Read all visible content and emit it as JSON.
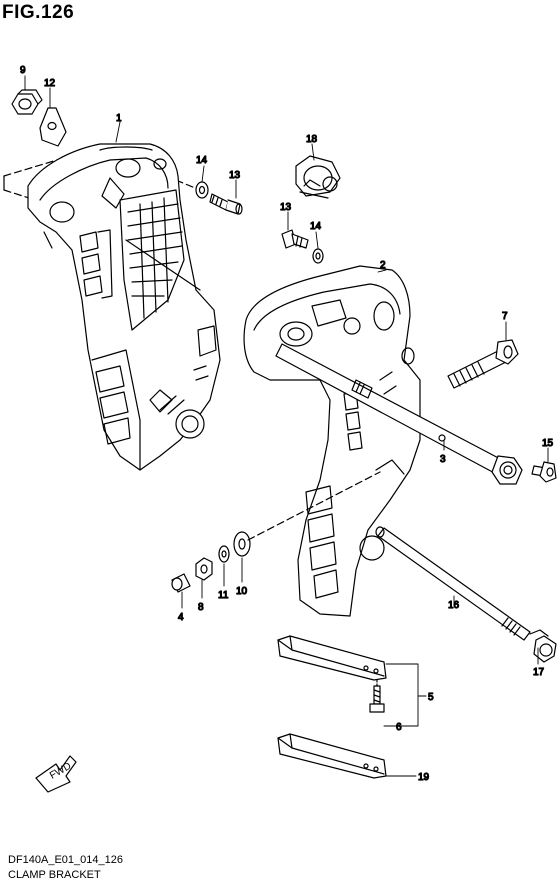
{
  "figure": {
    "title": "FIG.126",
    "code": "DF140A_E01_014_126",
    "name": "CLAMP BRACKET"
  },
  "fwd_label": "FWD",
  "callouts": [
    {
      "id": "c9",
      "label": "9"
    },
    {
      "id": "c12",
      "label": "12"
    },
    {
      "id": "c1",
      "label": "1"
    },
    {
      "id": "c14a",
      "label": "14"
    },
    {
      "id": "c13a",
      "label": "13"
    },
    {
      "id": "c18",
      "label": "18"
    },
    {
      "id": "c13b",
      "label": "13"
    },
    {
      "id": "c14b",
      "label": "14"
    },
    {
      "id": "c2",
      "label": "2"
    },
    {
      "id": "c7",
      "label": "7"
    },
    {
      "id": "c15",
      "label": "15"
    },
    {
      "id": "c3",
      "label": "3"
    },
    {
      "id": "c4",
      "label": "4"
    },
    {
      "id": "c8",
      "label": "8"
    },
    {
      "id": "c11",
      "label": "11"
    },
    {
      "id": "c10",
      "label": "10"
    },
    {
      "id": "c16",
      "label": "16"
    },
    {
      "id": "c17",
      "label": "17"
    },
    {
      "id": "c5",
      "label": "5"
    },
    {
      "id": "c6",
      "label": "6"
    },
    {
      "id": "c19",
      "label": "19"
    }
  ]
}
